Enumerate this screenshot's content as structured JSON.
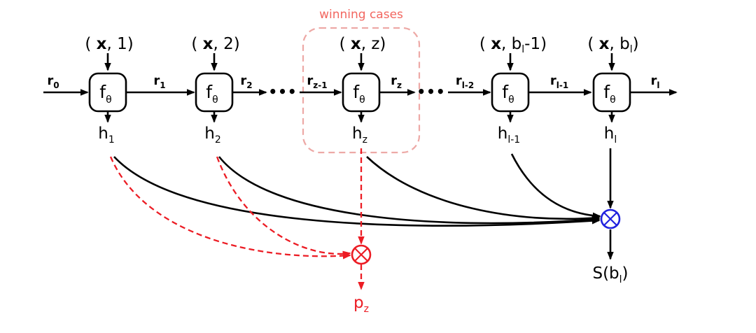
{
  "colors": {
    "black": "#000000",
    "red": "#ec1c24",
    "salmon": "#f2665f",
    "salmon_box": "#eda9a6",
    "blue": "#2021de"
  },
  "annotation": {
    "winning_cases": "winning cases"
  },
  "dots": "•••",
  "cells": [
    {
      "input": {
        "pre": "( ",
        "x": "x",
        "mid": ", 1)",
        "sub": "",
        "post": ""
      },
      "f": "f",
      "f_sub": "θ",
      "h": "h",
      "h_sub": "1"
    },
    {
      "input": {
        "pre": "( ",
        "x": "x",
        "mid": ", 2)",
        "sub": "",
        "post": ""
      },
      "f": "f",
      "f_sub": "θ",
      "h": "h",
      "h_sub": "2"
    },
    {
      "input": {
        "pre": "( ",
        "x": "x",
        "mid": ", z)",
        "sub": "",
        "post": ""
      },
      "f": "f",
      "f_sub": "θ",
      "h": "h",
      "h_sub": "z"
    },
    {
      "input": {
        "pre": "( ",
        "x": "x",
        "mid": ", b",
        "sub": "l",
        "post": "-1)"
      },
      "f": "f",
      "f_sub": "θ",
      "h": "h",
      "h_sub": "l-1"
    },
    {
      "input": {
        "pre": "( ",
        "x": "x",
        "mid": ", b",
        "sub": "l",
        "post": ")"
      },
      "f": "f",
      "f_sub": "θ",
      "h": "h",
      "h_sub": "l"
    }
  ],
  "r_labels": [
    {
      "main": "r",
      "sub": "0"
    },
    {
      "main": "r",
      "sub": "1"
    },
    {
      "main": "r",
      "sub": "2"
    },
    {
      "main": "r",
      "sub": "z-1"
    },
    {
      "main": "r",
      "sub": "z"
    },
    {
      "main": "r",
      "sub": "l-2"
    },
    {
      "main": "r",
      "sub": "l-1"
    },
    {
      "main": "r",
      "sub": "l"
    }
  ],
  "outputs": {
    "pz": {
      "main": "p",
      "sub": "z"
    },
    "sbl": {
      "pre": "S(b",
      "sub": "l",
      "post": ")"
    }
  }
}
